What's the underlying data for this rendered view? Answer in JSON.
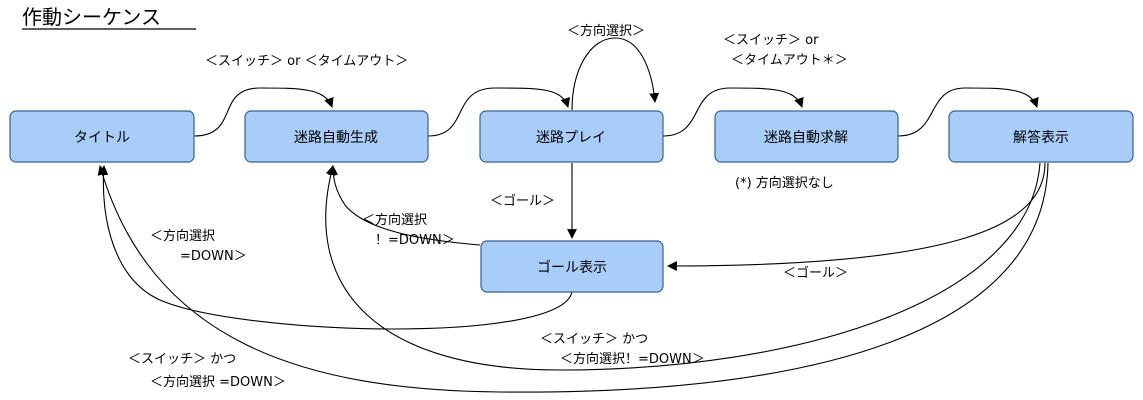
{
  "title": "作動シーケンス",
  "nodes": {
    "title": "タイトル",
    "maze_gen": "迷路自動生成",
    "maze_play": "迷路プレイ",
    "maze_solve": "迷路自動求解",
    "answer": "解答表示",
    "goal": "ゴール表示"
  },
  "labels": {
    "switch_or_timeout": "＜スイッチ＞ or ＜タイムアウト＞",
    "direction_select": "＜方向選択＞",
    "switch_or": "＜スイッチ＞ or",
    "timeout_star": "＜タイムアウト＊＞",
    "note_no_direction": "(*) 方向選択なし",
    "goal_down": "＜ゴール＞",
    "goal_left": "＜ゴール＞",
    "dir_down_1": "＜方向選択",
    "dir_down_2": "=DOWN＞",
    "dir_notdown_1": "＜方向選択",
    "dir_notdown_2": "！=DOWN＞",
    "switch_and_1": "＜スイッチ＞ かつ",
    "switch_and_2": "＜方向選択！=DOWN＞",
    "switch_and_3": "＜スイッチ＞ かつ",
    "switch_and_4": "＜方向選択 =DOWN＞"
  }
}
